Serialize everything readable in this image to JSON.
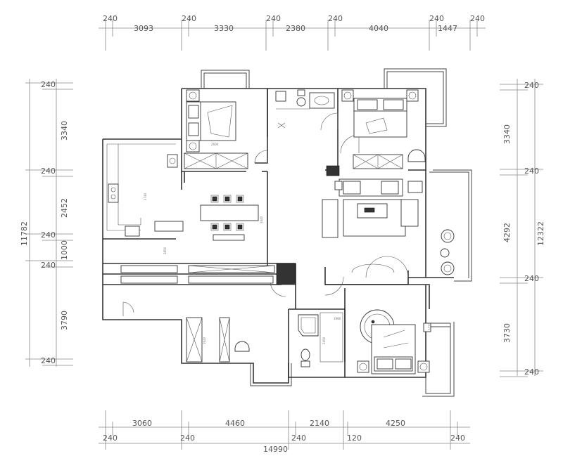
{
  "dimensions": {
    "top": [
      "240",
      "3093",
      "240",
      "3330",
      "240",
      "2380",
      "240",
      "4040",
      "240",
      "1447",
      "240"
    ],
    "bottom": [
      "3060",
      "4460",
      "2140",
      "4250"
    ],
    "bottom_walls": [
      "240",
      "240",
      "240",
      "120",
      "240"
    ],
    "bottom_total": "14990",
    "left": [
      "240",
      "3340",
      "240",
      "2452",
      "240",
      "1000",
      "240",
      "3790",
      "240"
    ],
    "left_total": "11782",
    "right": [
      "240",
      "3340",
      "240",
      "4292",
      "240",
      "3730",
      "240"
    ],
    "right_total": "12322"
  },
  "room_labels": {
    "bed_top_left": "2600",
    "kitchen": "3740",
    "dining_a": "3440",
    "dining_b": "3850",
    "bath_a": "1980",
    "bath_b": "2450",
    "master_bed": "3720",
    "wardrobe": "1920"
  }
}
